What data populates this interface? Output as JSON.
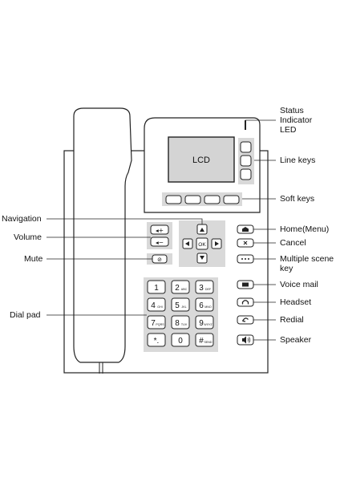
{
  "labels": {
    "status_indicator": [
      "Status",
      "Indicator",
      "LED"
    ],
    "line_keys": "Line keys",
    "soft_keys": "Soft keys",
    "home_menu": "Home(Menu)",
    "cancel": "Cancel",
    "multiple_scene_key": [
      "Multiple scene",
      "key"
    ],
    "voice_mail": "Voice mail",
    "headset": "Headset",
    "redial": "Redial",
    "speaker": "Speaker",
    "navigation": "Navigation",
    "volume": "Volume",
    "mute": "Mute",
    "dial_pad": "Dial pad"
  },
  "screen_text": "LCD",
  "volume_keys": {
    "up": "◂+",
    "down": "◂−"
  },
  "mute_key": "⊘",
  "nav_ok": "OK",
  "dialpad": [
    {
      "digit": "1",
      "letters": ""
    },
    {
      "digit": "2",
      "letters": "ABC"
    },
    {
      "digit": "3",
      "letters": "DEF"
    },
    {
      "digit": "4",
      "letters": "GHI"
    },
    {
      "digit": "5",
      "letters": "JKL"
    },
    {
      "digit": "6",
      "letters": "MNO"
    },
    {
      "digit": "7",
      "letters": "PQRS"
    },
    {
      "digit": "8",
      "letters": "TUV"
    },
    {
      "digit": "9",
      "letters": "WXYZ"
    },
    {
      "digit": "*.",
      "letters": ""
    },
    {
      "digit": "0",
      "letters": ""
    },
    {
      "digit": "#",
      "letters": "SEND"
    }
  ],
  "colors": {
    "line": "#222222",
    "key_panel": "#d9d9d9",
    "screen": "#d4d4d4"
  }
}
